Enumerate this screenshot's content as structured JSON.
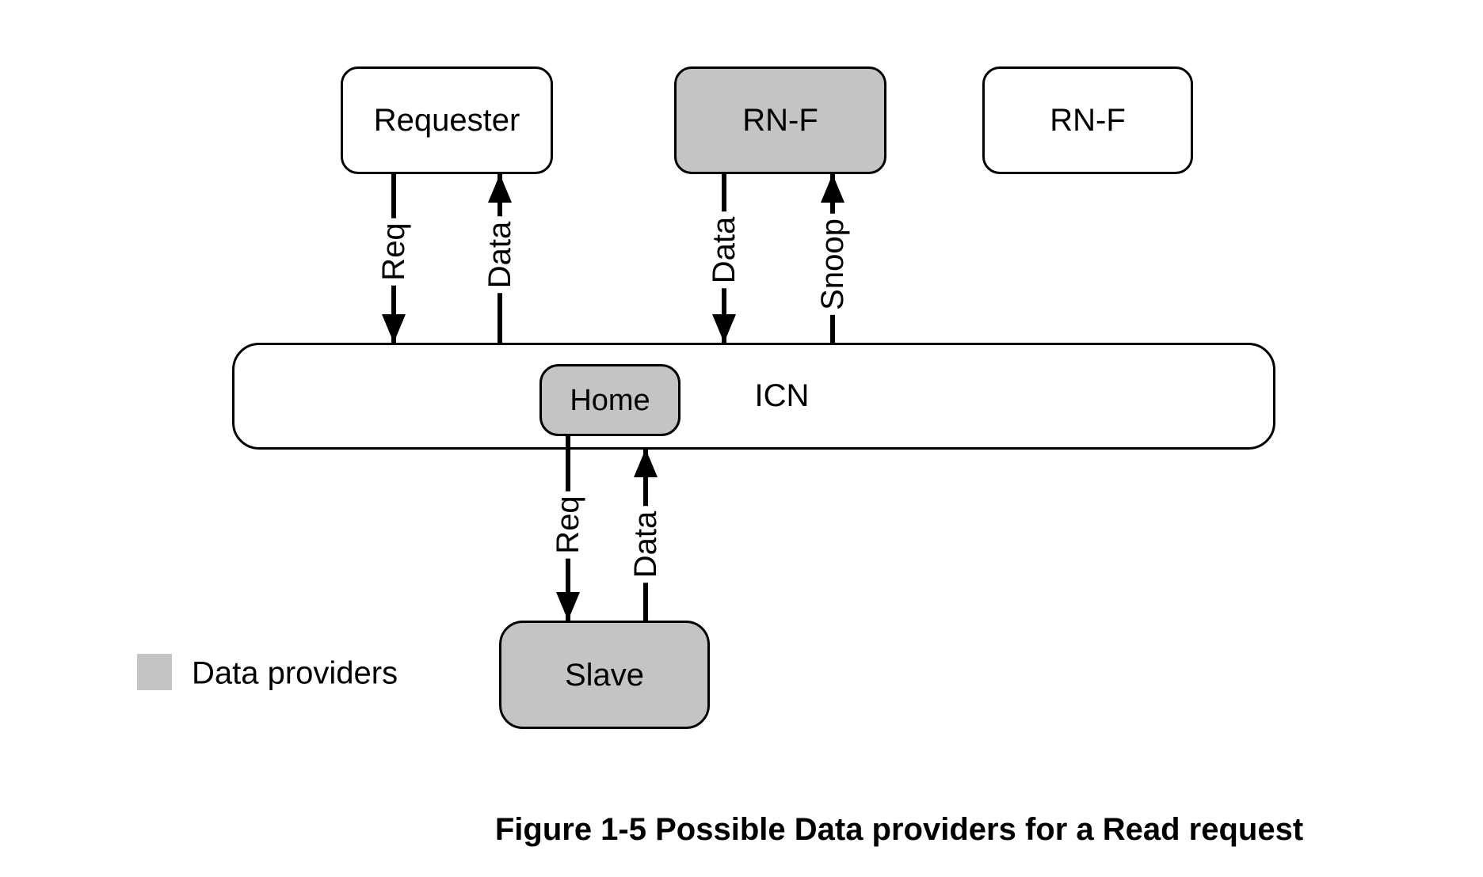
{
  "colors": {
    "provider_fill": "#c4c4c4",
    "node_fill": "#ffffff",
    "stroke": "#000000"
  },
  "nodes": {
    "requester": {
      "label": "Requester",
      "provider": false
    },
    "rnf_provider": {
      "label": "RN-F",
      "provider": true
    },
    "rnf_other": {
      "label": "RN-F",
      "provider": false
    },
    "icn": {
      "label": "ICN",
      "provider": false
    },
    "home": {
      "label": "Home",
      "provider": true
    },
    "slave": {
      "label": "Slave",
      "provider": true
    }
  },
  "arrows": {
    "req_requester_to_icn": {
      "label": "Req",
      "direction": "down",
      "from": "Requester",
      "to": "ICN"
    },
    "data_icn_to_requester": {
      "label": "Data",
      "direction": "up",
      "from": "ICN",
      "to": "Requester"
    },
    "data_rnf_to_icn": {
      "label": "Data",
      "direction": "down",
      "from": "RN-F",
      "to": "ICN"
    },
    "snoop_icn_to_rnf": {
      "label": "Snoop",
      "direction": "up",
      "from": "ICN",
      "to": "RN-F"
    },
    "req_home_to_slave": {
      "label": "Req",
      "direction": "down",
      "from": "Home",
      "to": "Slave"
    },
    "data_slave_to_icn": {
      "label": "Data",
      "direction": "up",
      "from": "Slave",
      "to": "ICN"
    }
  },
  "legend": {
    "label": "Data providers"
  },
  "caption": "Figure 1-5 Possible Data providers for a Read request"
}
